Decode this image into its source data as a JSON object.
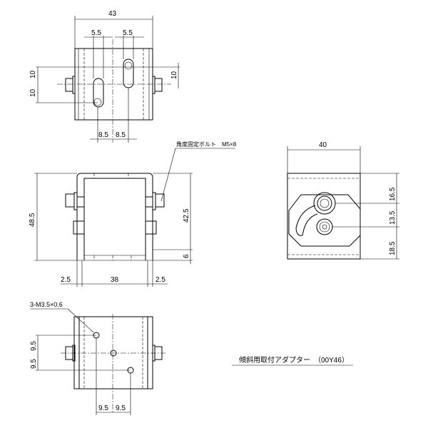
{
  "title": "傾斜用取付アダプター　（00Y46）",
  "top_view": {
    "width": "43",
    "slot_left": "5.5",
    "slot_right": "5.5",
    "left_upper": "10",
    "left_lower": "10",
    "right": "10",
    "bottom_left": "8.5",
    "bottom_right": "8.5"
  },
  "front_view": {
    "callout": "角度固定ボルト　M5×8",
    "height": "48.5",
    "right_upper": "42.5",
    "right_lower": "6",
    "bottom_left": "2.5",
    "bottom_mid": "38",
    "bottom_right": "2.5"
  },
  "side_view": {
    "width": "40",
    "upper": "16.5",
    "mid": "13.5",
    "lower": "18.5"
  },
  "bottom_view": {
    "callout": "3-M3.5×0.6",
    "left_upper": "9.5",
    "left_lower": "9.5",
    "bottom_left": "9.5",
    "bottom_right": "9.5"
  }
}
